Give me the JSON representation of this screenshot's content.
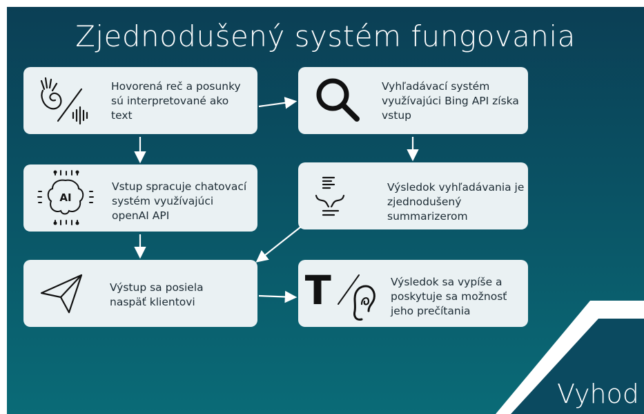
{
  "slide": {
    "title": "Zjednodušený systém fungovania",
    "corner_label": "Vyhod"
  },
  "steps": [
    {
      "id": "speech",
      "text": "Hovorená reč a posunky\nsú interpretované ako\ntext",
      "icon": "hand-gesture-soundwave-icon"
    },
    {
      "id": "search",
      "text": "Vyhľadávací systém\nvyužívajúci Bing API získa\nvstup",
      "icon": "magnifier-icon"
    },
    {
      "id": "chat",
      "text": "Vstup spracuje chatovací\nsystém využívajúci\nopenAI API",
      "icon": "ai-chip-icon"
    },
    {
      "id": "summary",
      "text": "Výsledok vyhľadávania je\nzjednodušený\nsummarizerom",
      "icon": "text-summarize-icon"
    },
    {
      "id": "output",
      "text": "Výstup sa posiela\nnaspäť klientovi",
      "icon": "paper-plane-icon"
    },
    {
      "id": "result",
      "text": "Výsledok sa vypíše a\nposkytuje sa možnosť\njeho prečítania",
      "icon": "text-to-speech-icon"
    }
  ],
  "icon_labels": {
    "ai": "AI",
    "t": "T"
  },
  "colors": {
    "background_top": "#0b3f55",
    "background_bottom": "#0a6b77",
    "box": "#eaf1f3",
    "arrow": "#ffffff"
  }
}
